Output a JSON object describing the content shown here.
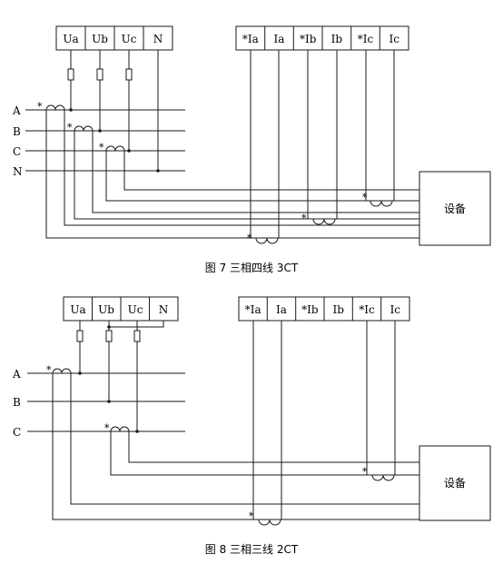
{
  "figure7": {
    "voltage_terminals": [
      "Ua",
      "Ub",
      "Uc",
      "N"
    ],
    "current_terminals": [
      "*Ia",
      "Ia",
      "*Ib",
      "Ib",
      "*Ic",
      "Ic"
    ],
    "line_labels": [
      "A",
      "B",
      "C",
      "N"
    ],
    "polarity_mark": "*",
    "device_label": "设备",
    "caption": "图 7 三相四线 3CT"
  },
  "figure8": {
    "voltage_terminals": [
      "Ua",
      "Ub",
      "Uc",
      "N"
    ],
    "current_terminals": [
      "*Ia",
      "Ia",
      "*Ib",
      "Ib",
      "*Ic",
      "Ic"
    ],
    "line_labels": [
      "A",
      "B",
      "C"
    ],
    "polarity_mark": "*",
    "device_label": "设备",
    "caption": "图 8 三相三线 2CT"
  }
}
